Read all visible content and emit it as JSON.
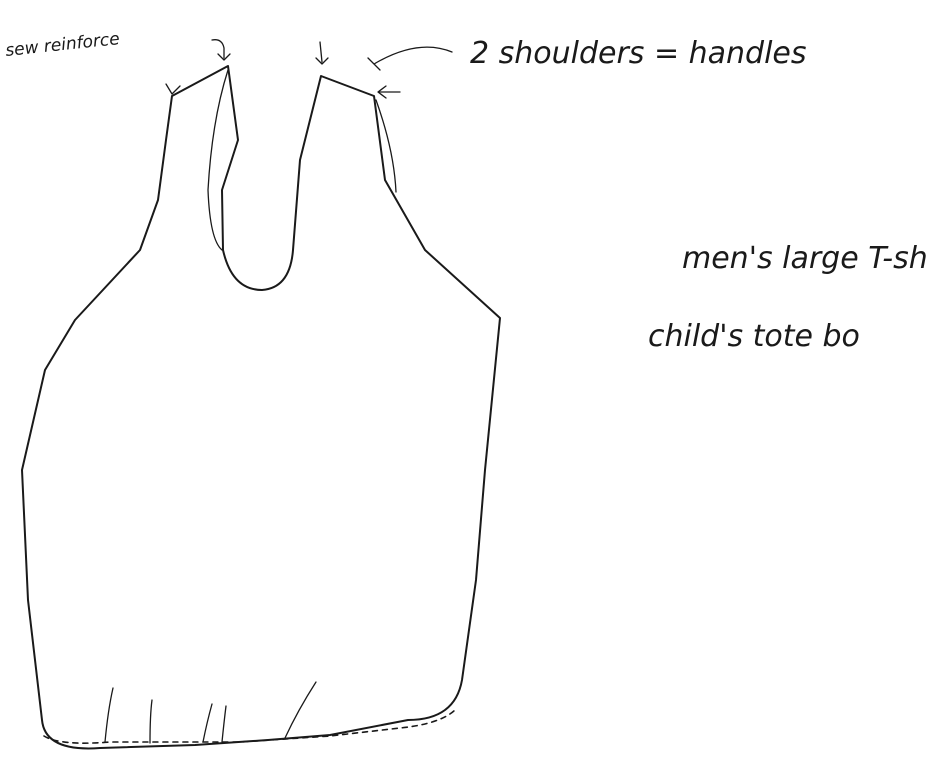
{
  "annotations": {
    "sew_reinforce": "sew reinforce",
    "shoulders": "2 shoulders = handles",
    "note_line1": "men's large T-sh",
    "note_line2": "child's tote bo"
  },
  "colors": {
    "ink": "#1a1a1a",
    "paper": "#ffffff"
  }
}
